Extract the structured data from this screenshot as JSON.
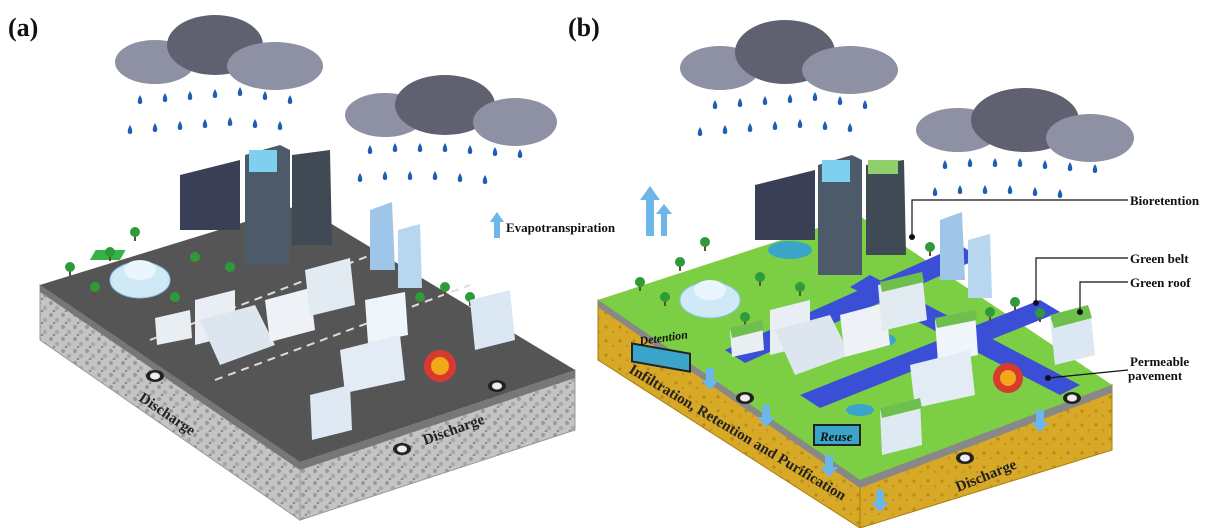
{
  "panels": {
    "a": {
      "label": "(a)",
      "discharge_left": "Discharge",
      "discharge_right": "Discharge"
    },
    "b": {
      "label": "(b)",
      "evapotranspiration": "Evapotranspiration",
      "bioretention": "Bioretention",
      "green_belt": "Green belt",
      "green_roof": "Green roof",
      "permeable_line1": "Permeable",
      "permeable_line2": "pavement",
      "detention": "Detention",
      "reuse": "Reuse",
      "infiltration": "Infiltration, Retention and Purification",
      "discharge": "Discharge"
    }
  },
  "colors": {
    "cloud_dark": "#5f6070",
    "cloud_light": "#8e90a3",
    "rain": "#1f5fb3",
    "road": "#5a5a5a",
    "ground_green": "#7ccf45",
    "soil": "#d7a526",
    "gravel": "#b9b9b9",
    "water": "#3a4fd6",
    "arrow": "#6cb6ea"
  }
}
